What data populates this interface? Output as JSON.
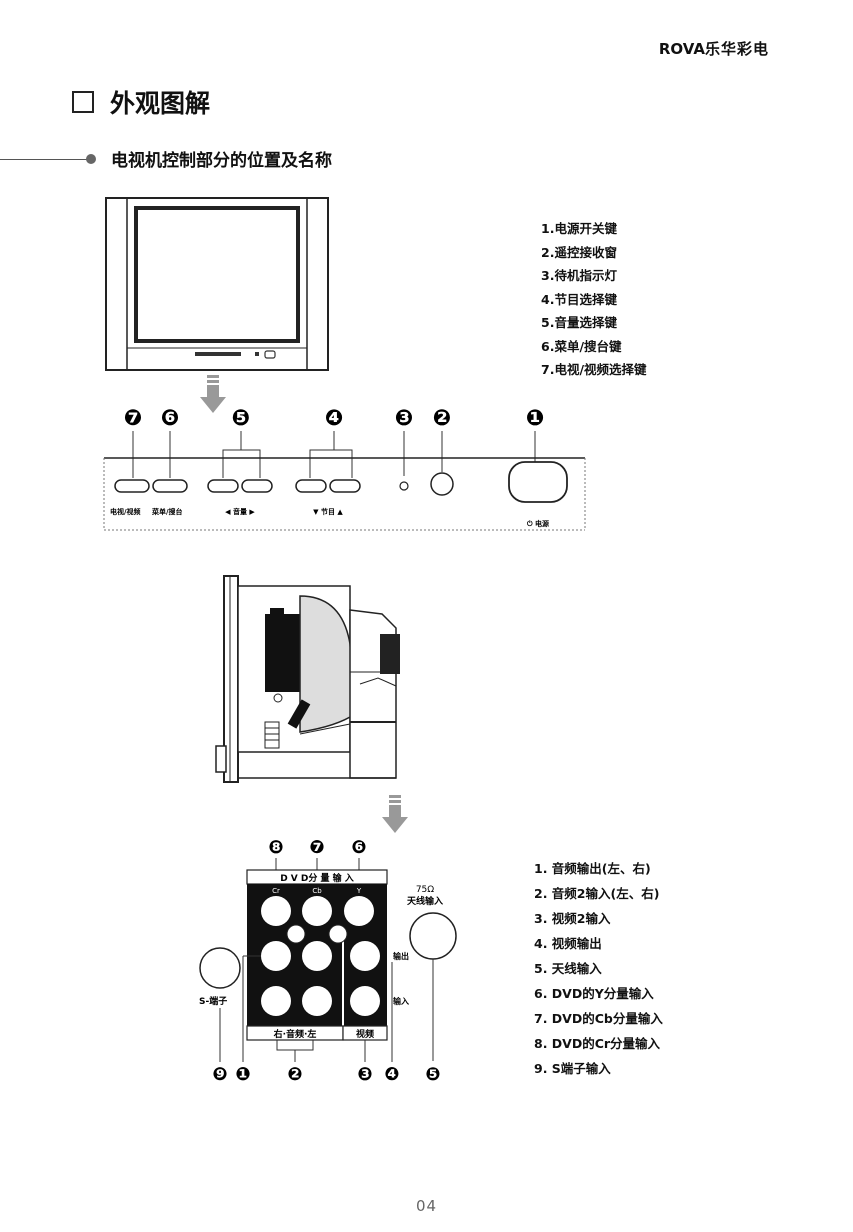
{
  "header": {
    "brand_latin": "ROVA",
    "brand_cjk": "乐华彩电"
  },
  "section": {
    "title": "外观图解",
    "subtitle": "电视机控制部分的位置及名称"
  },
  "front_legend": [
    "1.电源开关键",
    "2.遥控接收窗",
    "3.待机指示灯",
    "4.节目选择键",
    "5.音量选择键",
    "6.菜单/搜台键",
    "7.电视/视频选择键"
  ],
  "front_panel": {
    "callouts": [
      "❼",
      "❻",
      "❺",
      "❹",
      "❸",
      "❷",
      "❶"
    ],
    "label_tv_av": "电视/视频",
    "label_menu": "菜单/搜台",
    "label_volume": "◀ 音量 ▶",
    "label_program": "▼ 节目 ▲",
    "label_power": "⏻ 电源"
  },
  "rear_panel": {
    "top_callouts": [
      "❽",
      "❼",
      "❻"
    ],
    "bottom_callouts": [
      "❾",
      "❶",
      "❷",
      "❸",
      "❹",
      "❺"
    ],
    "dvd_header": "D V D分 量 输 入",
    "jack_cr": "Cr",
    "jack_cb": "Cb",
    "jack_y": "Y",
    "antenna_ohm": "75Ω",
    "antenna_label": "天线输入",
    "label_out": "输出",
    "label_in": "输入",
    "label_audio": "右·音频·左",
    "label_video": "视频",
    "label_s": "S-端子"
  },
  "rear_legend": [
    "1. 音频输出(左、右)",
    "2. 音频2输入(左、右)",
    "3. 视频2输入",
    "4. 视频输出",
    "5. 天线输入",
    "6. DVD的Y分量输入",
    "7. DVD的Cb分量输入",
    "8. DVD的Cr分量输入",
    "9. S端子输入"
  ],
  "page": {
    "number": "04"
  }
}
